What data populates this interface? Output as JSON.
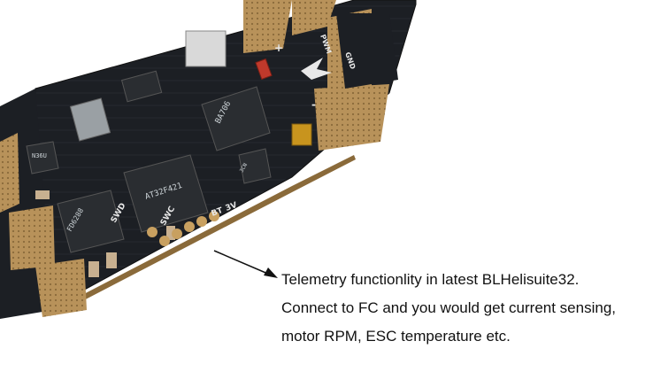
{
  "board": {
    "labels": {
      "swd": "SWD",
      "swc": "SWC",
      "bt": "BT",
      "v3": "3V",
      "pwm": "PWM",
      "gnd": "GND",
      "plus": "+",
      "minus": "-"
    },
    "chip_labels": {
      "mcu": "AT32F421",
      "driver": "FD6288",
      "regulator": "BA706",
      "mosfet": "N36U",
      "chip_small": "3CN"
    }
  },
  "caption": {
    "line1": "Telemetry functionlity in latest BLHelisuite32.",
    "line2": "Connect to FC and you would get current sensing,",
    "line3": "motor RPM, ESC temperature etc."
  },
  "colors": {
    "pcb": "#1c1f24",
    "pad_gold": "#b8925a",
    "chip": "#2a2d31",
    "text": "#111111"
  }
}
